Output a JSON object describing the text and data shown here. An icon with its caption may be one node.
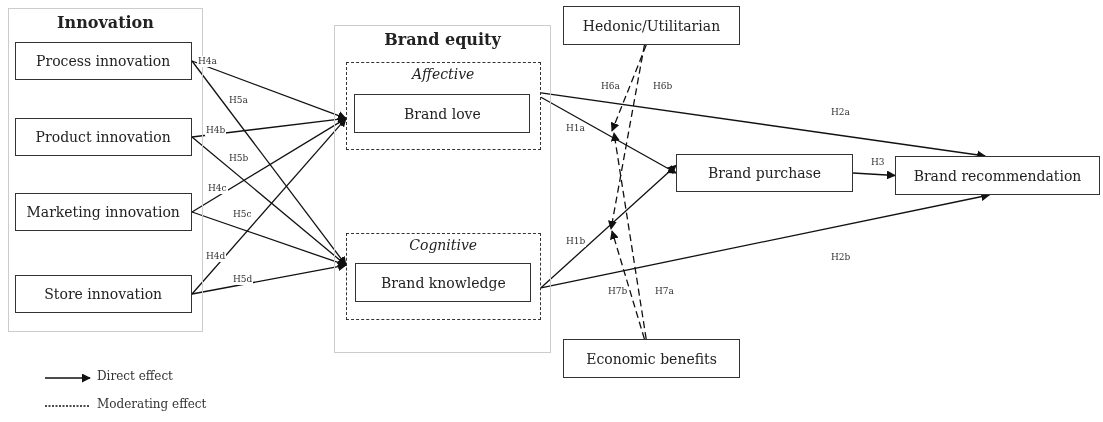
{
  "diagram": {
    "nodes": [
      {
        "text": [
          "Innovation"
        ]
      },
      {
        "text": [
          "Process innovation"
        ],
        "in": 0
      },
      {
        "text": [
          "Product innovation"
        ],
        "in": 0
      },
      {
        "text": [
          "Marketing innovation"
        ],
        "in": 0
      },
      {
        "text": [
          "Store innovation"
        ],
        "in": 0
      },
      {
        "text": [
          "Brand equity"
        ]
      },
      {
        "text": [
          "Affective"
        ],
        "in": 5
      },
      {
        "text": [
          "Brand love"
        ],
        "in": 6
      },
      {
        "text": [
          "Cognitive"
        ],
        "in": 5
      },
      {
        "text": [
          "Brand knowledge"
        ],
        "in": 8
      },
      {
        "text": [
          "Hedonic/Utilitarian"
        ]
      },
      {
        "text": [
          "Brand purchase"
        ]
      },
      {
        "text": [
          "Brand recommendation"
        ]
      },
      {
        "text": [
          "Economic benefits"
        ]
      }
    ],
    "edges": [
      {
        "from": 1,
        "to": 6,
        "arrow": "to",
        "label": "H4a"
      },
      {
        "from": 1,
        "to": 8,
        "arrow": "to",
        "label": "H5a"
      },
      {
        "from": 2,
        "to": 6,
        "arrow": "to",
        "label": "H4b"
      },
      {
        "from": 2,
        "to": 8,
        "arrow": "to",
        "label": "H5b"
      },
      {
        "from": 3,
        "to": 6,
        "arrow": "to",
        "label": "H4c"
      },
      {
        "from": 3,
        "to": 8,
        "arrow": "to",
        "label": "H5c"
      },
      {
        "from": 4,
        "to": 6,
        "arrow": "to",
        "label": "H4d"
      },
      {
        "from": 4,
        "to": 8,
        "arrow": "to",
        "label": "H5d"
      },
      {
        "from": 6,
        "to": 11,
        "arrow": "to",
        "label": "H1a"
      },
      {
        "from": 6,
        "to": 12,
        "arrow": "to",
        "label": "H2a"
      },
      {
        "from": 8,
        "to": 11,
        "arrow": "to",
        "label": "H1b"
      },
      {
        "from": 8,
        "to": 12,
        "arrow": "to",
        "label": "H2b"
      },
      {
        "from": 11,
        "to": 12,
        "arrow": "to",
        "label": "H3"
      },
      {
        "from": 10,
        "to": null,
        "arrow": "to",
        "label": "H6a",
        "style": "dashed"
      },
      {
        "from": 10,
        "to": null,
        "arrow": "to",
        "label": "H6b",
        "style": "dashed"
      },
      {
        "from": 13,
        "to": null,
        "arrow": "to",
        "label": "H7a",
        "style": "dashed"
      },
      {
        "from": 13,
        "to": null,
        "arrow": "to",
        "label": "H7b",
        "style": "dashed"
      }
    ],
    "legend": [
      {
        "text": "Direct effect"
      },
      {
        "text": "Moderating effect"
      }
    ]
  }
}
